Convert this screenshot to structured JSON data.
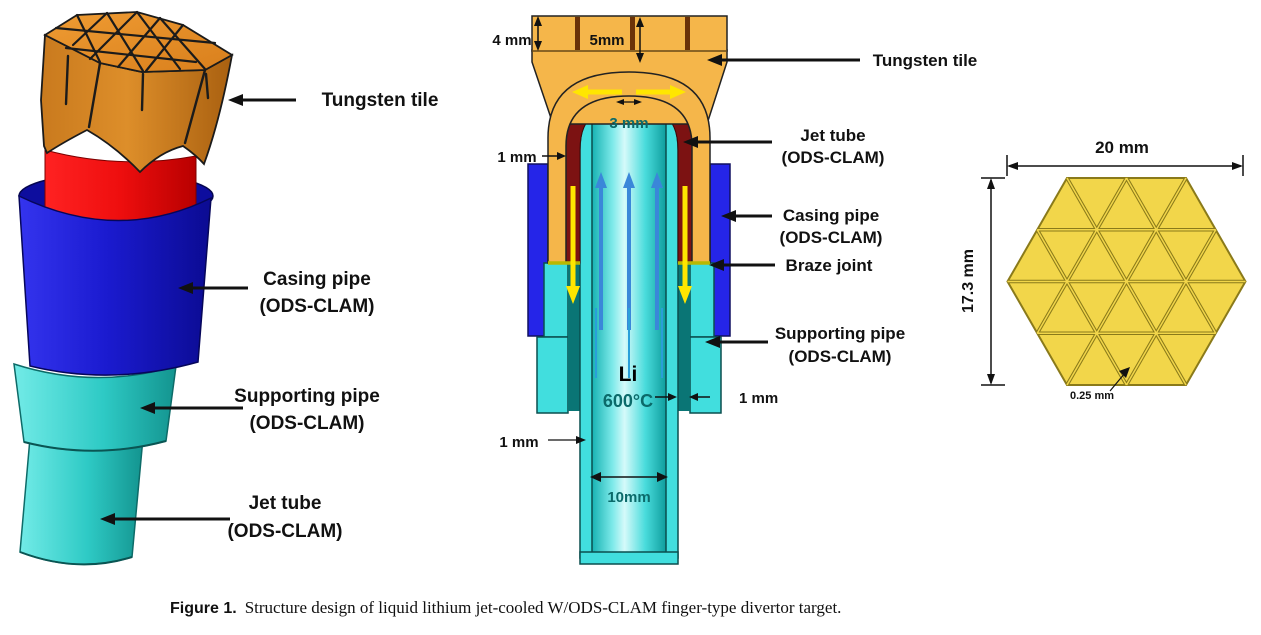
{
  "figure": {
    "caption_label": "Figure 1.",
    "caption_text": "Structure design of liquid lithium jet-cooled W/ODS-CLAM finger-type divertor target."
  },
  "left_panel": {
    "labels": {
      "tungsten_tile": "Tungsten tile",
      "casing_pipe_l1": "Casing pipe",
      "casing_pipe_l2": "(ODS-CLAM)",
      "supporting_pipe_l1": "Supporting pipe",
      "supporting_pipe_l2": "(ODS-CLAM)",
      "jet_tube_l1": "Jet tube",
      "jet_tube_l2": "(ODS-CLAM)"
    }
  },
  "middle_panel": {
    "labels": {
      "tungsten_tile": "Tungsten tile",
      "jet_tube_l1": "Jet tube",
      "jet_tube_l2": "(ODS-CLAM)",
      "casing_pipe_l1": "Casing pipe",
      "casing_pipe_l2": "(ODS-CLAM)",
      "braze_joint": "Braze joint",
      "supporting_pipe_l1": "Supporting pipe",
      "supporting_pipe_l2": "(ODS-CLAM)"
    },
    "dimensions": {
      "tile_height": "4 mm",
      "tile_pitch": "5mm",
      "nozzle_gap": "3 mm",
      "jet_wall_top": "1 mm",
      "annulus_gap": "1 mm",
      "jet_wall_bottom": "1 mm",
      "tube_inner": "10mm"
    },
    "coolant": {
      "name": "Li",
      "temperature": "600°C"
    }
  },
  "right_panel": {
    "dimensions": {
      "width": "20 mm",
      "height": "17.3 mm",
      "groove": "0.25 mm"
    }
  },
  "colors": {
    "tungsten_orange": "#d98a28",
    "section_amber": "#f5b64a",
    "maroon_layer": "#7c1212",
    "casing_blue": "#2525e8",
    "pipe_cyan": "#41dede",
    "lithium_cyan": "#9ef2f2",
    "flow_yellow": "#ffe600",
    "flow_blue": "#3a87d9",
    "braze_yellow": "#b8b800",
    "hex_yellow": "#f2d64a",
    "hex_groove": "#8a7a1a"
  }
}
